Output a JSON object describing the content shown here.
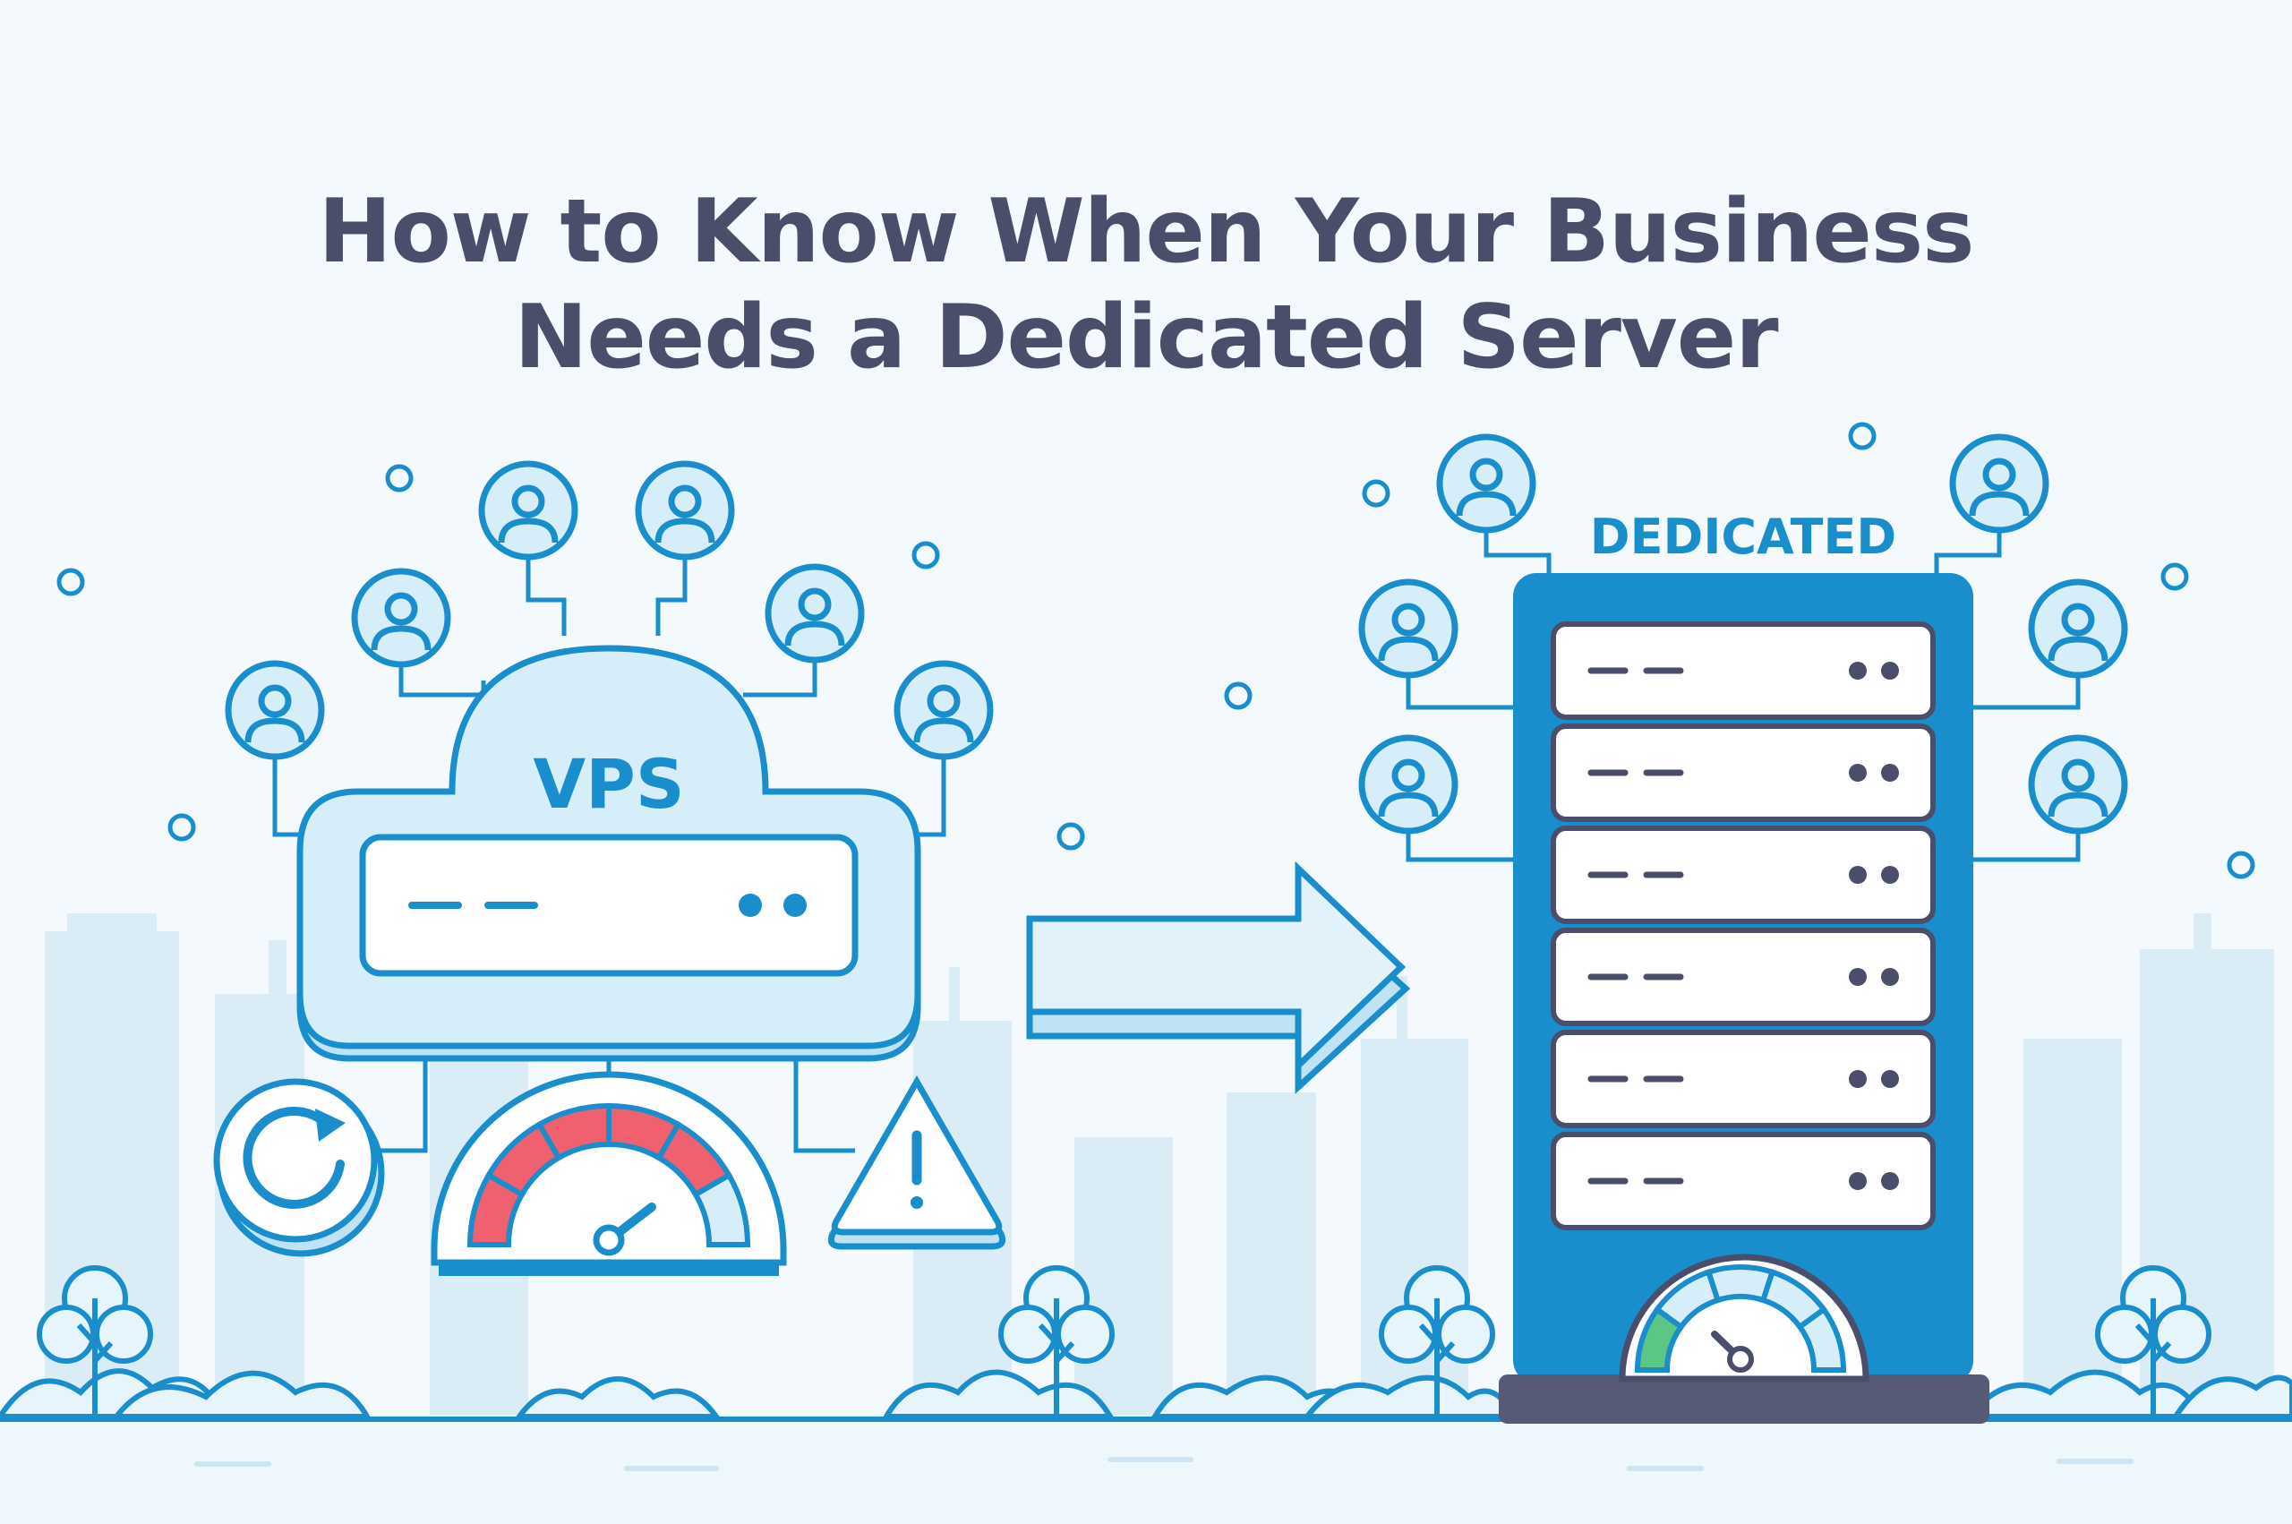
{
  "title": {
    "line1": "How to Know When Your Business",
    "line2": "Needs a Dedicated Server"
  },
  "vps": {
    "label": "VPS",
    "gauge_level": 0.75
  },
  "dedicated": {
    "label": "DEDICATED",
    "gauge_level": 0.25
  },
  "icons": [
    "user-icon",
    "refresh-icon",
    "warning-icon",
    "speedometer-icon",
    "arrow-right-icon",
    "server-icon",
    "tree-icon"
  ],
  "colors": {
    "outline": "#1a8dcc",
    "fill_light": "#d6eef9",
    "text_dark": "#4a4e6b",
    "gauge_red": "#f0606e",
    "gauge_green": "#5cc785",
    "rack_blue": "#1a8dcc",
    "base_dark": "#565a75"
  }
}
